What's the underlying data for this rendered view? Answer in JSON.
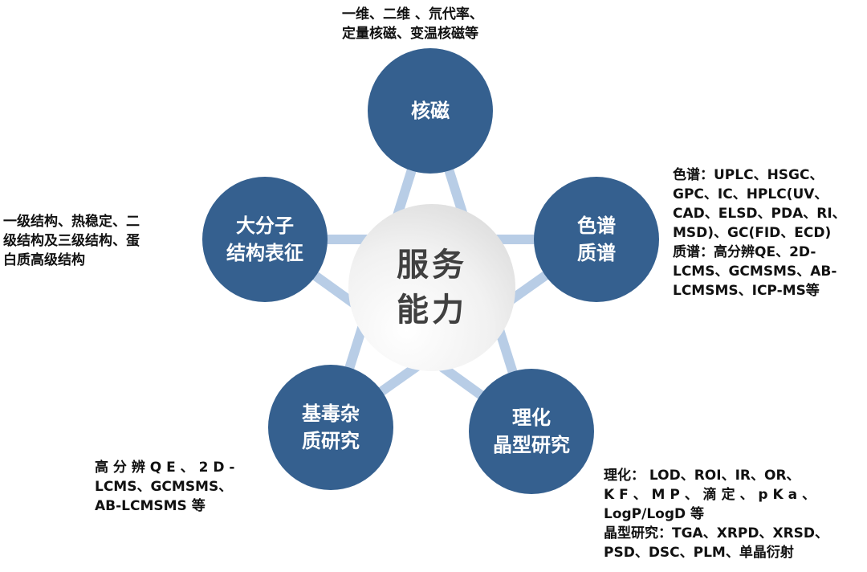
{
  "center": {
    "label": "服务\n能力"
  },
  "nodes": [
    {
      "label": "核磁",
      "desc": "一维、二维 、氘代率、\n定量核磁、变温核磁等"
    },
    {
      "label": "色谱\n质谱",
      "desc": "色谱：UPLC、HSGC、\nGPC、IC、HPLC(UV、\nCAD、ELSD、PDA、RI、\nMSD)、GC(FID、ECD)\n质谱：高分辨QE、2D-\nLCMS、GCMSMS、AB-\nLCMSMS、ICP-MS等"
    },
    {
      "label": "理化\n晶型研究",
      "desc": "理化： LOD、ROI、IR、OR、\nK F 、 M P 、 滴 定 、 p K a 、\nLogP/LogD 等\n晶型研究：TGA、XRPD、XRSD、\nPSD、DSC、PLM、单晶衍射"
    },
    {
      "label": "基毒杂\n质研究",
      "desc": "高 分 辨 Q E 、 2 D -\nLCMS、GCMSMS、\nAB-LCMSMS 等"
    },
    {
      "label": "大分子\n结构表征",
      "desc": "一级结构、热稳定、二\n级结构及三级结构、蛋\n白质高级结构"
    }
  ],
  "colors": {
    "node": "#35608f",
    "connector": "#b8cde6"
  }
}
